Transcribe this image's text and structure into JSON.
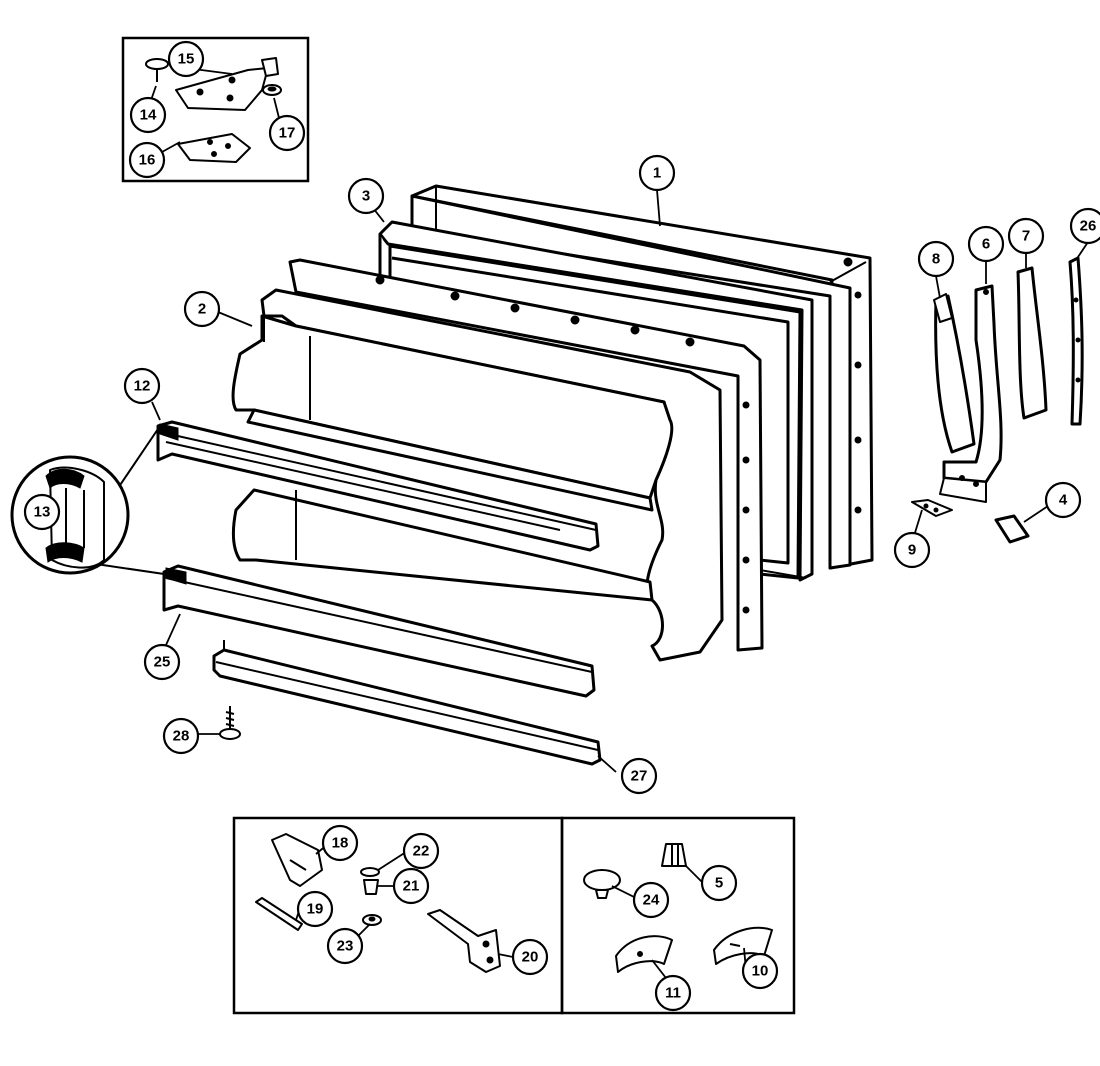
{
  "diagram": {
    "kind": "exploded parts diagram",
    "callouts": [
      {
        "id": "c1",
        "label": "1"
      },
      {
        "id": "c2",
        "label": "2"
      },
      {
        "id": "c3",
        "label": "3"
      },
      {
        "id": "c4",
        "label": "4"
      },
      {
        "id": "c5",
        "label": "5"
      },
      {
        "id": "c6",
        "label": "6"
      },
      {
        "id": "c7",
        "label": "7"
      },
      {
        "id": "c8",
        "label": "8"
      },
      {
        "id": "c9",
        "label": "9"
      },
      {
        "id": "c10",
        "label": "10"
      },
      {
        "id": "c11",
        "label": "11"
      },
      {
        "id": "c12",
        "label": "12"
      },
      {
        "id": "c13",
        "label": "13"
      },
      {
        "id": "c14",
        "label": "14"
      },
      {
        "id": "c15",
        "label": "15"
      },
      {
        "id": "c16",
        "label": "16"
      },
      {
        "id": "c17",
        "label": "17"
      },
      {
        "id": "c18",
        "label": "18"
      },
      {
        "id": "c19",
        "label": "19"
      },
      {
        "id": "c20",
        "label": "20"
      },
      {
        "id": "c21",
        "label": "21"
      },
      {
        "id": "c22",
        "label": "22"
      },
      {
        "id": "c23",
        "label": "23"
      },
      {
        "id": "c24",
        "label": "24"
      },
      {
        "id": "c25",
        "label": "25"
      },
      {
        "id": "c26",
        "label": "26"
      },
      {
        "id": "c27",
        "label": "27"
      },
      {
        "id": "c28",
        "label": "28"
      }
    ]
  }
}
